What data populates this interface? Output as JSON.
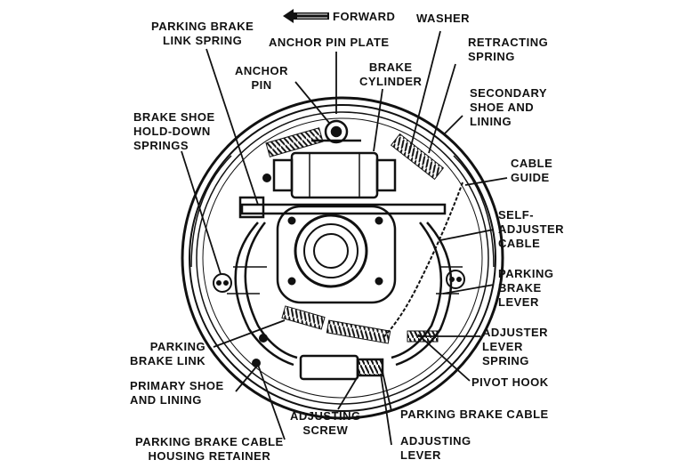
{
  "forward": "FORWARD",
  "labels": {
    "washer": "WASHER",
    "parking_brake_link_spring": "PARKING BRAKE\nLINK SPRING",
    "anchor_pin_plate": "ANCHOR PIN PLATE",
    "retracting_spring": "RETRACTING\nSPRING",
    "anchor_pin": "ANCHOR\nPIN",
    "brake_cylinder": "BRAKE\nCYLINDER",
    "secondary_shoe": "SECONDARY\nSHOE AND\nLINING",
    "hold_down_springs": "BRAKE SHOE\nHOLD-DOWN\nSPRINGS",
    "cable_guide": "CABLE\nGUIDE",
    "self_adjuster_cable": "SELF-\nADJUSTER\nCABLE",
    "parking_brake_lever": "PARKING\nBRAKE\nLEVER",
    "adjuster_lever_spring": "ADJUSTER\nLEVER\nSPRING",
    "parking_brake_link": "PARKING\nBRAKE LINK",
    "pivot_hook": "PIVOT HOOK",
    "primary_shoe": "PRIMARY SHOE\nAND LINING",
    "parking_brake_cable": "PARKING BRAKE CABLE",
    "adjusting_screw": "ADJUSTING\nSCREW",
    "housing_retainer": "PARKING BRAKE CABLE\nHOUSING RETAINER",
    "adjusting_lever": "ADJUSTING\nLEVER"
  }
}
